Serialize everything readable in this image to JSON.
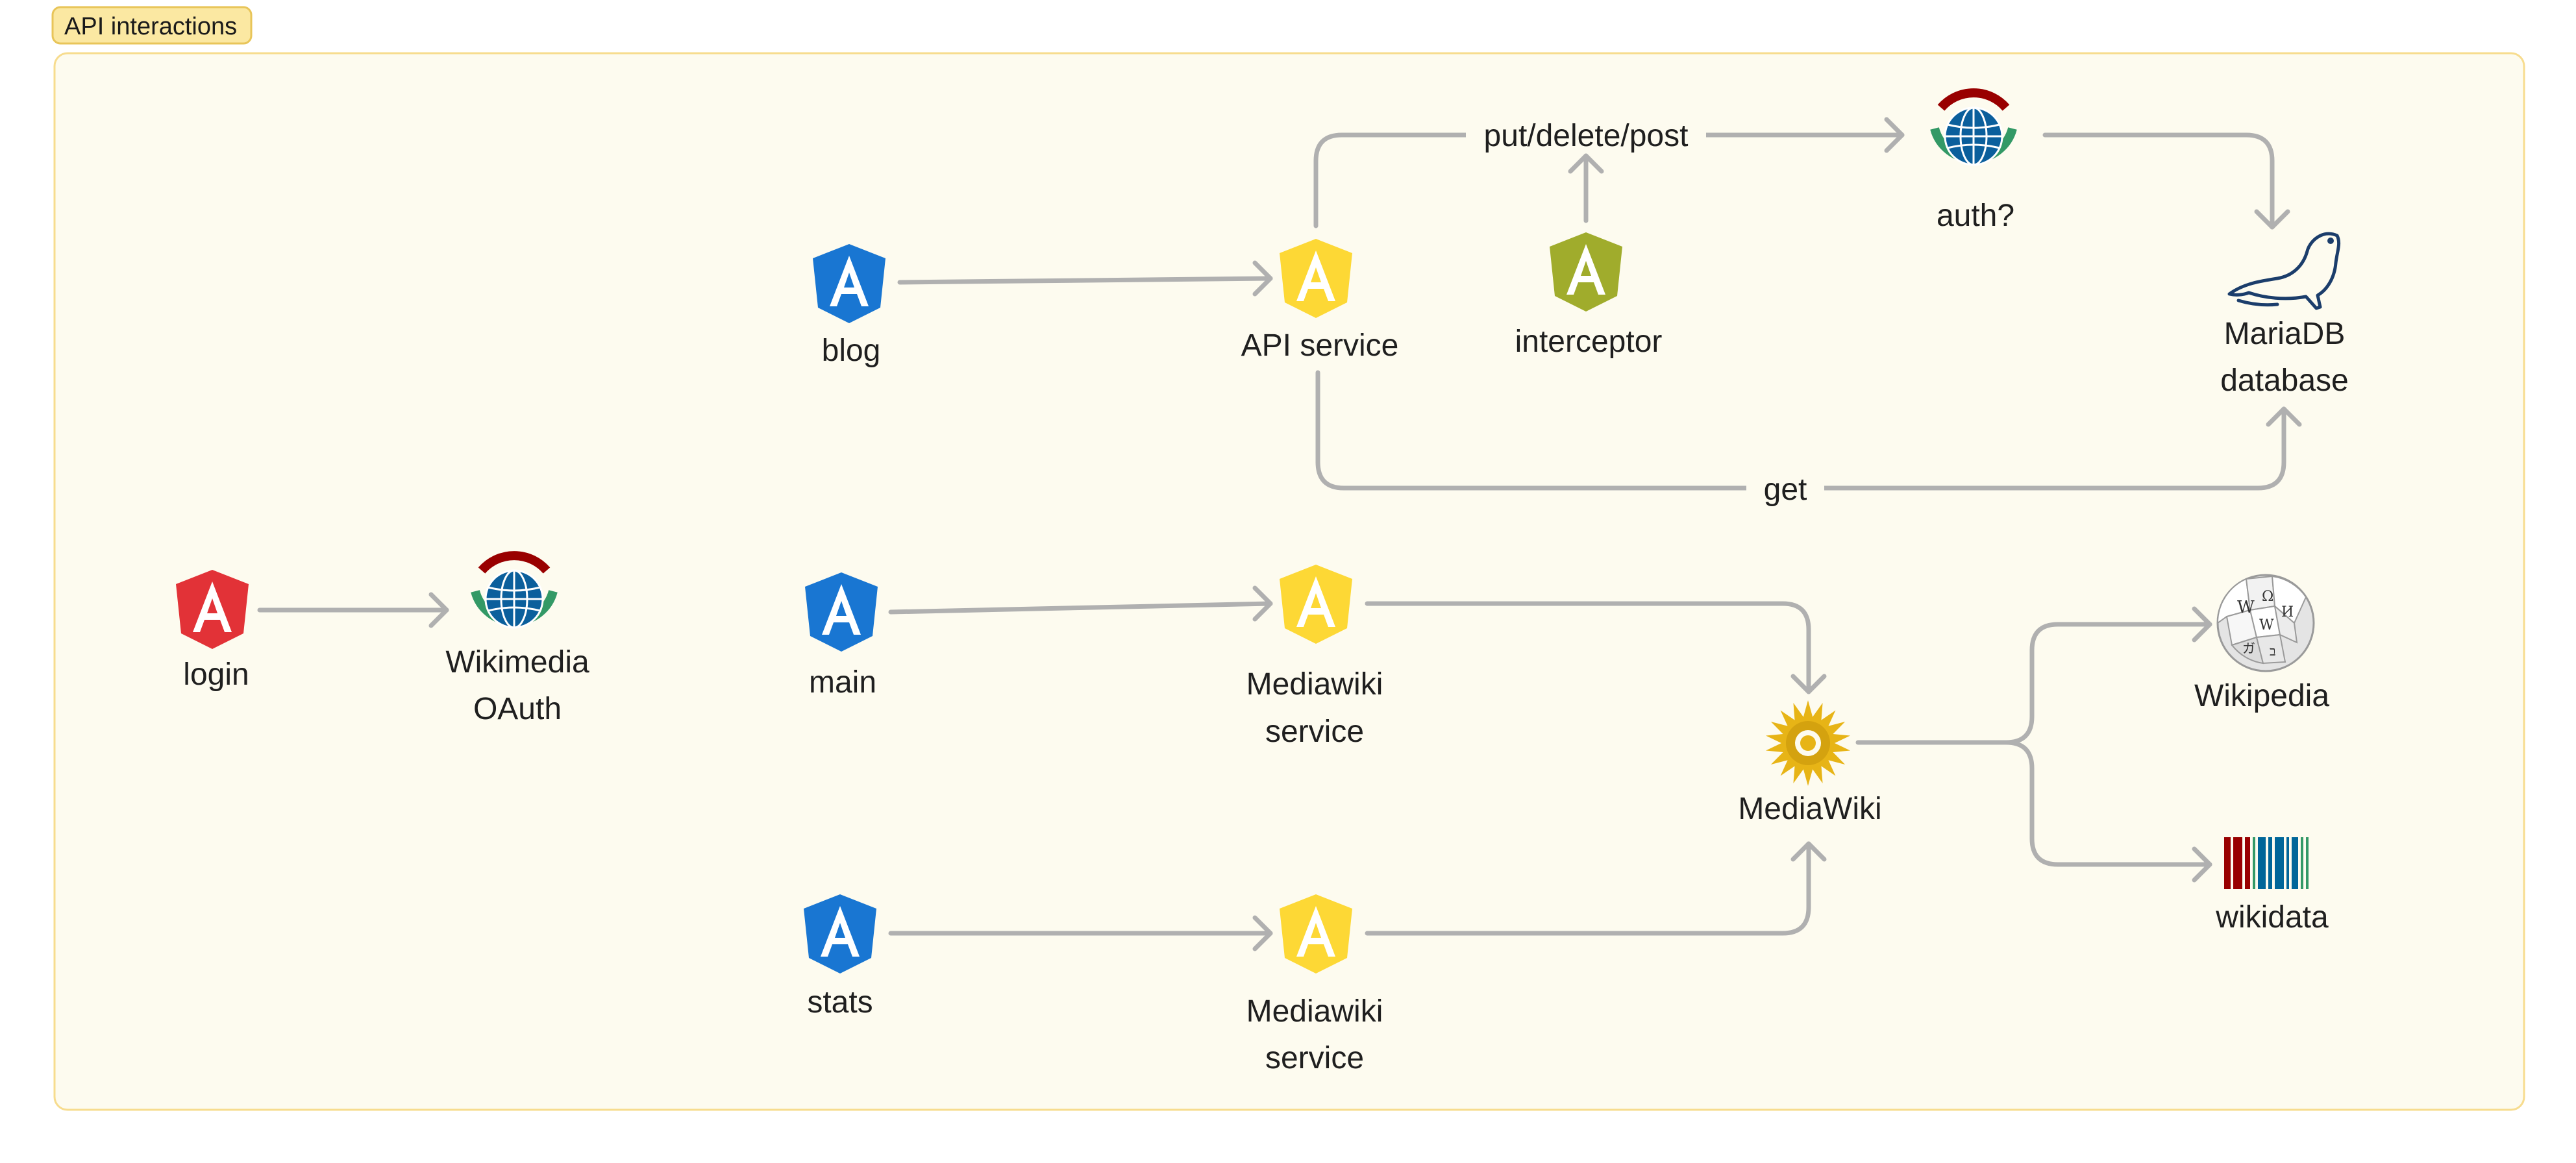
{
  "group": {
    "title": "API interactions"
  },
  "colors": {
    "group_fill": "#fdfbef",
    "group_border": "#f7dc8e",
    "title_fill": "#fbe8a2",
    "title_border": "#e8c559",
    "edge": "#b0b0b0",
    "angular_red": "#e23237",
    "angular_blue": "#1976d2",
    "angular_yellow": "#fdd835",
    "angular_olive": "#a0ac2c"
  },
  "nodes": {
    "login": {
      "label": [
        "login"
      ],
      "icon": "angular-red-icon"
    },
    "wikimedia_oauth": {
      "label": [
        "Wikimedia",
        "OAuth"
      ],
      "icon": "wikimedia-logo-icon"
    },
    "blog": {
      "label": [
        "blog"
      ],
      "icon": "angular-blue-icon"
    },
    "main": {
      "label": [
        "main"
      ],
      "icon": "angular-blue-icon"
    },
    "stats": {
      "label": [
        "stats"
      ],
      "icon": "angular-blue-icon"
    },
    "api_service": {
      "label": [
        "API service"
      ],
      "icon": "angular-yellow-icon"
    },
    "interceptor": {
      "label": [
        "interceptor"
      ],
      "icon": "angular-olive-icon"
    },
    "mediawiki_service_1": {
      "label": [
        "Mediawiki",
        "service"
      ],
      "icon": "angular-yellow-icon"
    },
    "mediawiki_service_2": {
      "label": [
        "Mediawiki",
        "service"
      ],
      "icon": "angular-yellow-icon"
    },
    "auth": {
      "label": [
        "auth?"
      ],
      "icon": "wikimedia-logo-icon"
    },
    "mariadb": {
      "label": [
        "MariaDB",
        "database"
      ],
      "icon": "mariadb-seal-icon"
    },
    "mediawiki": {
      "label": [
        "MediaWiki"
      ],
      "icon": "mediawiki-sunflower-icon"
    },
    "wikipedia": {
      "label": [
        "Wikipedia"
      ],
      "icon": "wikipedia-globe-icon"
    },
    "wikidata": {
      "label": [
        "wikidata"
      ],
      "icon": "wikidata-barcode-icon"
    }
  },
  "edges": [
    {
      "from": "login",
      "to": "wikimedia_oauth",
      "label": ""
    },
    {
      "from": "blog",
      "to": "api_service",
      "label": ""
    },
    {
      "from": "api_service",
      "to": "auth",
      "label": "put/delete/post"
    },
    {
      "from": "interceptor",
      "to": "put/delete/post",
      "label": ""
    },
    {
      "from": "auth",
      "to": "mariadb",
      "label": ""
    },
    {
      "from": "api_service",
      "to": "mariadb",
      "label": "get"
    },
    {
      "from": "main",
      "to": "mediawiki_service_1",
      "label": ""
    },
    {
      "from": "stats",
      "to": "mediawiki_service_2",
      "label": ""
    },
    {
      "from": "mediawiki_service_1",
      "to": "mediawiki",
      "label": ""
    },
    {
      "from": "mediawiki_service_2",
      "to": "mediawiki",
      "label": ""
    },
    {
      "from": "mediawiki",
      "to": "wikipedia",
      "label": ""
    },
    {
      "from": "mediawiki",
      "to": "wikidata",
      "label": ""
    }
  ]
}
